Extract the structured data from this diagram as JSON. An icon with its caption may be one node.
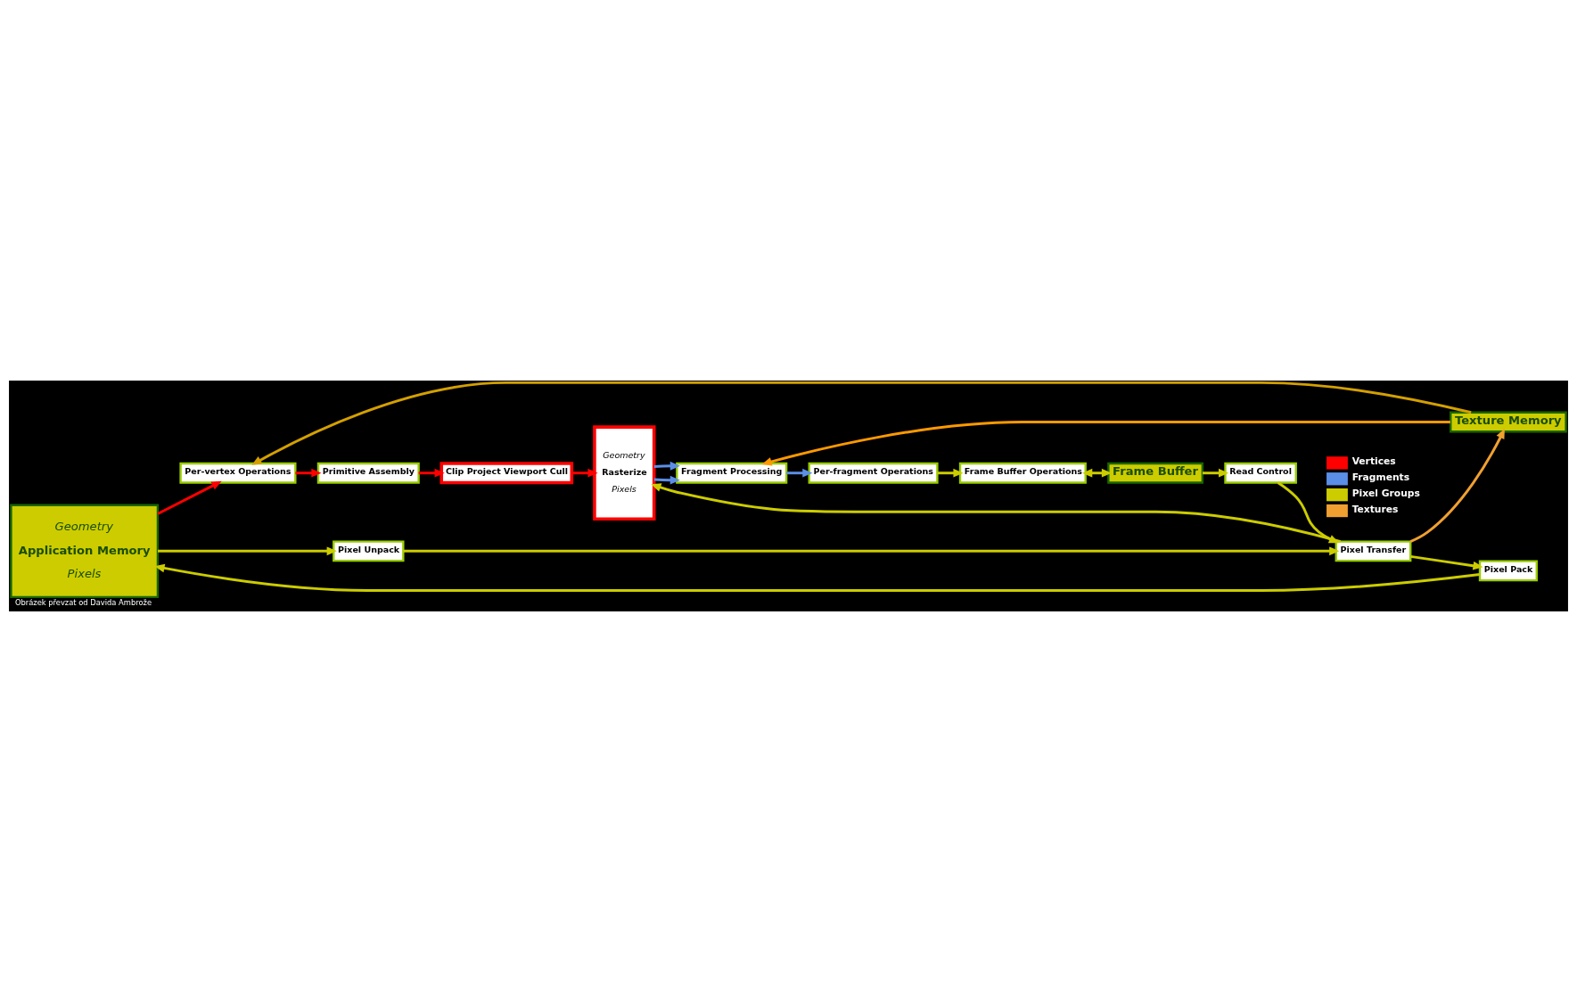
{
  "diagram": {
    "caption": "Obrázek převzat od Davida Ambrože",
    "nodes": [
      {
        "text": [
          "Geometry",
          "Application Memory",
          "Pixels"
        ]
      },
      {
        "text": [
          "Per-vertex Operations"
        ]
      },
      {
        "text": [
          "Primitive Assembly"
        ]
      },
      {
        "text": [
          "Clip Project Viewport Cull"
        ]
      },
      {
        "text": [
          "Texture Memory"
        ]
      },
      {
        "text": [
          "Geometry",
          "Rasterize",
          "Pixels"
        ]
      },
      {
        "text": [
          "Fragment Processing"
        ]
      },
      {
        "text": [
          "Per-fragment Operations"
        ]
      },
      {
        "text": [
          "Frame Buffer Operations"
        ]
      },
      {
        "text": [
          "Frame Buffer"
        ]
      },
      {
        "text": [
          "Pixel Unpack"
        ]
      },
      {
        "text": [
          "Pixel Transfer"
        ]
      },
      {
        "text": [
          "Read Control"
        ]
      },
      {
        "text": [
          "Pixel Pack"
        ]
      }
    ],
    "edges": [
      {
        "from": 0,
        "to": 1,
        "arrow": "to",
        "color": "#ff0000"
      },
      {
        "from": 1,
        "to": 2,
        "arrow": "to",
        "color": "#ff0000"
      },
      {
        "from": 2,
        "to": 3,
        "arrow": "to",
        "color": "#ff0000"
      },
      {
        "from": 3,
        "to": 5,
        "arrow": "to",
        "color": "#ff0000"
      },
      {
        "from": 4,
        "to": 1,
        "arrow": "to",
        "color": "#d4a000"
      },
      {
        "from": 4,
        "to": 6,
        "arrow": "to",
        "color": "#ff9900"
      },
      {
        "from": 5,
        "to": 6,
        "arrow": "to",
        "color": "#5b8ee6"
      },
      {
        "from": 5,
        "to": 6,
        "arrow": "to",
        "color": "#5b8ee6"
      },
      {
        "from": 6,
        "to": 7,
        "arrow": "to",
        "color": "#5b8ee6"
      },
      {
        "from": 7,
        "to": 8,
        "arrow": "to"
      },
      {
        "from": 8,
        "to": 9,
        "arrow": "both"
      },
      {
        "from": 0,
        "to": 10,
        "arrow": "to"
      },
      {
        "from": 10,
        "to": 11,
        "arrow": "to"
      },
      {
        "from": 11,
        "to": 4,
        "arrow": "to",
        "color": "#f0a030"
      },
      {
        "from": 11,
        "to": 5,
        "arrow": "to"
      },
      {
        "from": 9,
        "to": 12,
        "arrow": "to"
      },
      {
        "from": 12,
        "to": 11,
        "arrow": "to"
      },
      {
        "from": 11,
        "to": 13,
        "arrow": "to"
      },
      {
        "from": 13,
        "to": 0,
        "arrow": "to"
      }
    ],
    "legend": [
      {
        "text": "Vertices",
        "color": "#ff0000"
      },
      {
        "text": "Fragments",
        "color": "#5b8ee6"
      },
      {
        "text": "Pixel Groups",
        "color": "#cccc00"
      },
      {
        "text": "Textures",
        "color": "#f0a030"
      }
    ]
  }
}
